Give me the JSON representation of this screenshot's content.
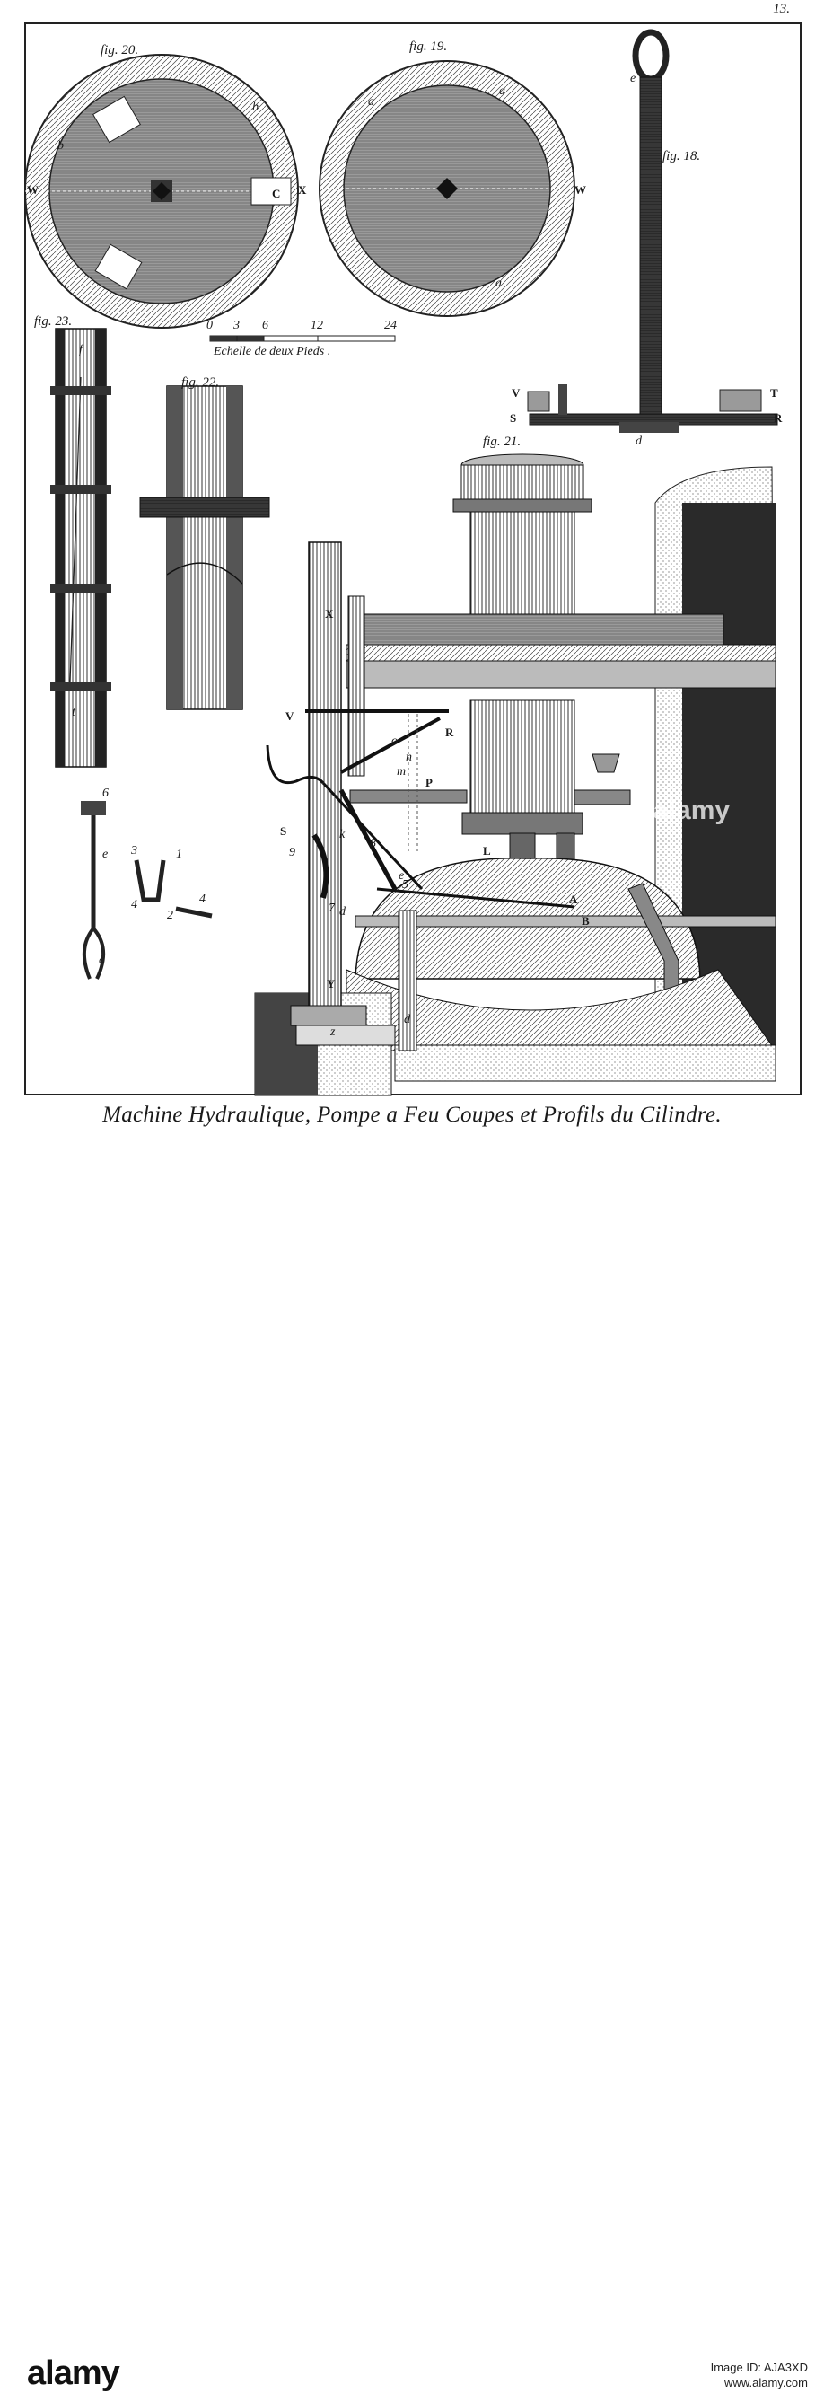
{
  "plate": {
    "page_number": "13.",
    "caption": "Machine Hydraulique, Pompe a Feu Coupes et Profils du Cilindre."
  },
  "figures": {
    "fig18": "fig. 18.",
    "fig19": "fig. 19.",
    "fig20": "fig. 20.",
    "fig21": "fig. 21.",
    "fig22": "fig. 22.",
    "fig23": "fig. 23."
  },
  "scale": {
    "ticks": [
      "0",
      "3",
      "6",
      "12",
      "24"
    ],
    "label": "Echelle de deux Pieds ."
  },
  "letters": {
    "W": "W",
    "X": "X",
    "C": "C",
    "b": "b",
    "a": "a",
    "e": "e",
    "V": "V",
    "T": "T",
    "S": "S",
    "R": "R",
    "d": "d",
    "f": "f",
    "t": "t",
    "c": "c",
    "six": "6",
    "one": "1",
    "two": "2",
    "three": "3",
    "four": "4",
    "Y": "Y",
    "z": "z",
    "L": "L",
    "A": "A",
    "B": "B",
    "P": "P",
    "o": "o",
    "n": "n",
    "m": "m",
    "k": "k",
    "seven": "7",
    "eight": "8",
    "nine": "9",
    "five": "5"
  },
  "banner": {
    "brand": "alamy",
    "image_id_label": "Image ID: AJA3XD",
    "site": "www.alamy.com"
  },
  "colors": {
    "ink": "#1a1a1a",
    "paper": "#ffffff",
    "shade": "#8a8a8a"
  }
}
